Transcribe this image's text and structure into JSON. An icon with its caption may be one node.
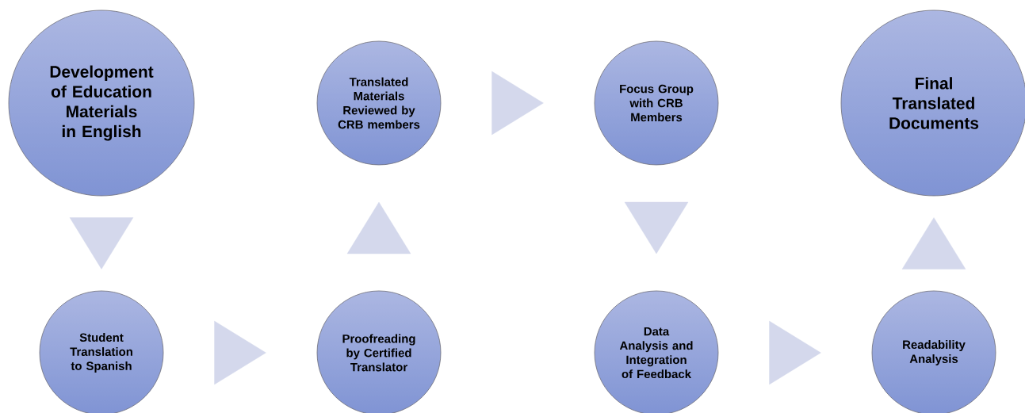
{
  "diagram": {
    "nodes": [
      {
        "text": [
          "Development of Education Materials in English"
        ]
      },
      {
        "text": [
          "Student Translation to Spanish"
        ]
      },
      {
        "text": [
          "Proofreading by Certified Translator"
        ]
      },
      {
        "text": [
          "Translated Materials Reviewed by CRB members"
        ]
      },
      {
        "text": [
          "Focus Group with CRB Members"
        ]
      },
      {
        "text": [
          "Data Analysis and Integration of Feedback"
        ]
      },
      {
        "text": [
          "Readability Analysis"
        ]
      },
      {
        "text": [
          "Final Translated Documents"
        ]
      }
    ],
    "edges": [
      {
        "from": 0,
        "to": 1,
        "arrow": "to"
      },
      {
        "from": 1,
        "to": 2,
        "arrow": "to"
      },
      {
        "from": 2,
        "to": 3,
        "arrow": "to"
      },
      {
        "from": 3,
        "to": 4,
        "arrow": "to"
      },
      {
        "from": 4,
        "to": 5,
        "arrow": "to"
      },
      {
        "from": 5,
        "to": 6,
        "arrow": "to"
      },
      {
        "from": 6,
        "to": 7,
        "arrow": "to"
      }
    ]
  }
}
